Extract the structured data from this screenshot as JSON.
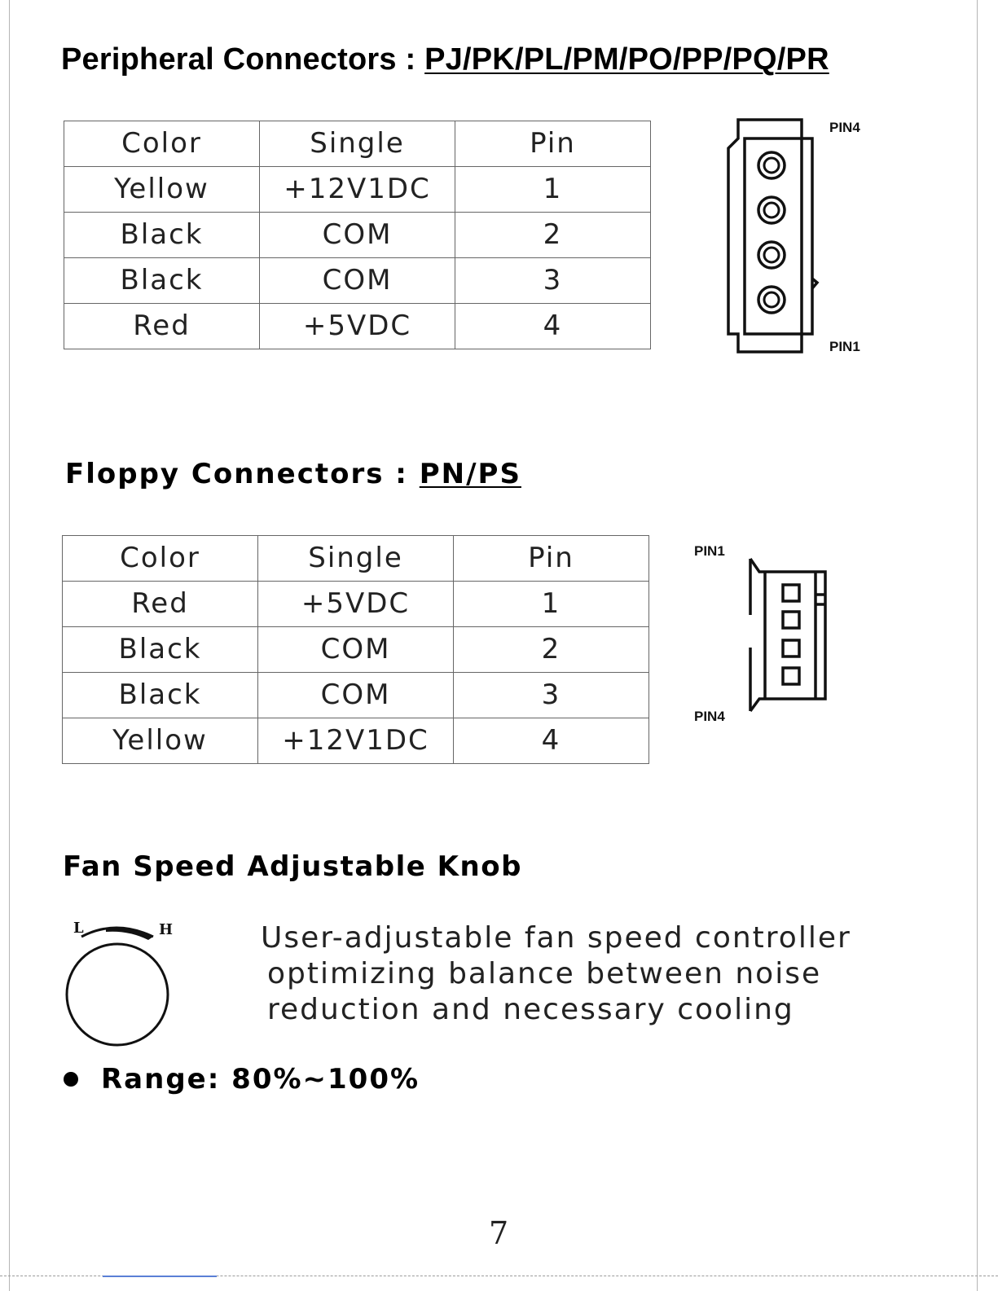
{
  "peripheral": {
    "heading_prefix": "Peripheral Connectors : ",
    "heading_codes": "PJ/PK/PL/PM/PO/PP/PQ/PR",
    "columns": [
      "Color",
      "Single",
      "Pin"
    ],
    "rows": [
      [
        "Yellow",
        "+12V1DC",
        "1"
      ],
      [
        "Black",
        "COM",
        "2"
      ],
      [
        "Black",
        "COM",
        "3"
      ],
      [
        "Red",
        "+5VDC",
        "4"
      ]
    ],
    "diagram": {
      "pin_top_label": "PIN4",
      "pin_bottom_label": "PIN1"
    }
  },
  "floppy": {
    "heading_prefix": "Floppy Connectors : ",
    "heading_codes": "PN/PS",
    "columns": [
      "Color",
      "Single",
      "Pin"
    ],
    "rows": [
      [
        "Red",
        "+5VDC",
        "1"
      ],
      [
        "Black",
        "COM",
        "2"
      ],
      [
        "Black",
        "COM",
        "3"
      ],
      [
        "Yellow",
        "+12V1DC",
        "4"
      ]
    ],
    "diagram": {
      "pin_top_label": "PIN1",
      "pin_bottom_label": "PIN4"
    }
  },
  "fan": {
    "heading": "Fan Speed Adjustable Knob",
    "knob_low_label": "L",
    "knob_high_label": "H",
    "description": [
      "User-adjustable fan speed controller",
      "optimizing balance between noise",
      "reduction and necessary cooling"
    ],
    "range_text": "Range: 80%~100%"
  },
  "page_number": "7"
}
